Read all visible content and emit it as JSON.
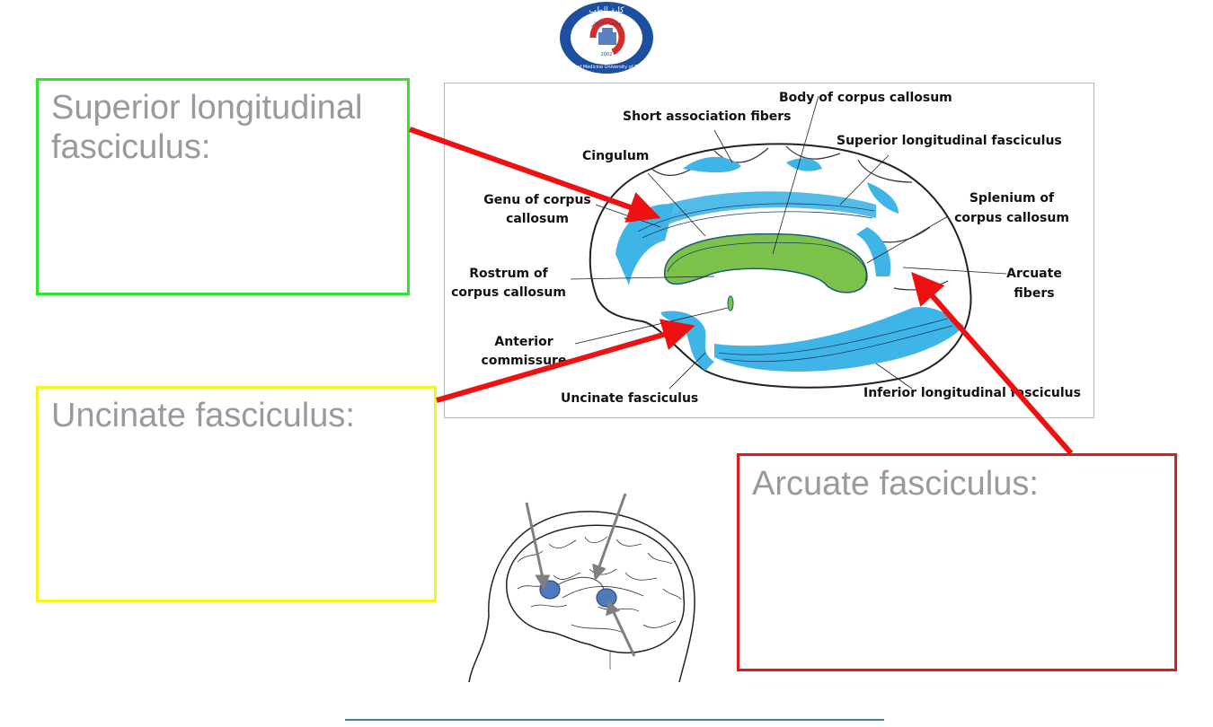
{
  "logo": {
    "arabic_top": "كلية الطب",
    "arabic_mid": "جامعة ذي قار",
    "english_ring": "College of Medicine University of Thi - Qar",
    "year": "2002"
  },
  "boxes": {
    "superior_longitudinal": "Superior longitudinal fasciculus:",
    "uncinate": "Uncinate fasciculus:",
    "arcuate": "Arcuate fasciculus:"
  },
  "diagram_labels": {
    "body_cc": "Body of corpus callosum",
    "short_assoc": "Short association fibers",
    "slf": "Superior longitudinal fasciculus",
    "cingulum": "Cingulum",
    "genu_1": "Genu of corpus",
    "genu_2": "callosum",
    "splenium_1": "Splenium of",
    "splenium_2": "corpus callosum",
    "rostrum_1": "Rostrum of",
    "rostrum_2": "corpus callosum",
    "arcuate_1": "Arcuate",
    "arcuate_2": "fibers",
    "anterior_1": "Anterior",
    "anterior_2": "commissure",
    "uncinate": "Uncinate fasciculus",
    "ilf": "Inferior longitudinal fasciculus"
  },
  "colors": {
    "slf_box": "#2ee62e",
    "uncinate_box": "#f5f51e",
    "arcuate_box": "#e01b1b",
    "arrow": "#ee1111",
    "fiber_blue": "#3fb4e6",
    "corpus_green": "#7bc14a",
    "area_blue": "#4f79b8"
  }
}
